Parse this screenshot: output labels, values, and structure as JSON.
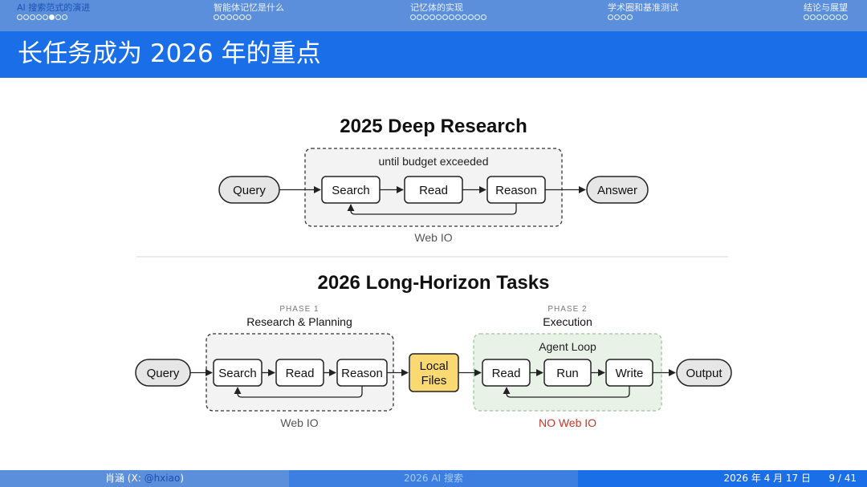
{
  "nav": {
    "sections": [
      {
        "label": "AI 搜索范式的演进",
        "dots": 8,
        "current_dot": 6
      },
      {
        "label": "智能体记忆是什么",
        "dots": 6,
        "current_dot": 0
      },
      {
        "label": "记忆体的实现",
        "dots": 12,
        "current_dot": 0
      },
      {
        "label": "学术圈和基准测试",
        "dots": 4,
        "current_dot": 0
      },
      {
        "label": "结论与展望",
        "dots": 7,
        "current_dot": 0
      }
    ]
  },
  "slide": {
    "title": "长任务成为 2026 年的重点"
  },
  "diagram": {
    "top": {
      "title": "2025 Deep Research",
      "loop_label": "until budget exceeded",
      "query": "Query",
      "steps": [
        "Search",
        "Read",
        "Reason"
      ],
      "answer": "Answer",
      "io_label": "Web IO"
    },
    "bottom": {
      "title": "2026 Long-Horizon Tasks",
      "query": "Query",
      "phase1": {
        "tag": "PHASE 1",
        "name": "Research & Planning",
        "steps": [
          "Search",
          "Read",
          "Reason"
        ],
        "io_label": "Web IO"
      },
      "files": {
        "line1": "Local",
        "line2": "Files"
      },
      "phase2": {
        "tag": "PHASE 2",
        "name": "Execution",
        "loop_label": "Agent Loop",
        "steps": [
          "Read",
          "Run",
          "Write"
        ],
        "io_label": "NO Web IO"
      },
      "output": "Output"
    },
    "colors": {
      "dashed_box_fill": "#f3f3f3",
      "phase2_fill": "#e8f2e6",
      "phase2_border": "#9bc79a",
      "files_fill": "#fbd972",
      "warning_red": "#c0392b",
      "pill_fill": "#e6e6e6"
    }
  },
  "footer": {
    "author": "肖涵 (X: ",
    "handle": "@hxiao",
    "author_close": ")",
    "topic": "2026 AI 搜索",
    "date": "2026 年 4 月 17 日",
    "page": "9 / 41"
  }
}
